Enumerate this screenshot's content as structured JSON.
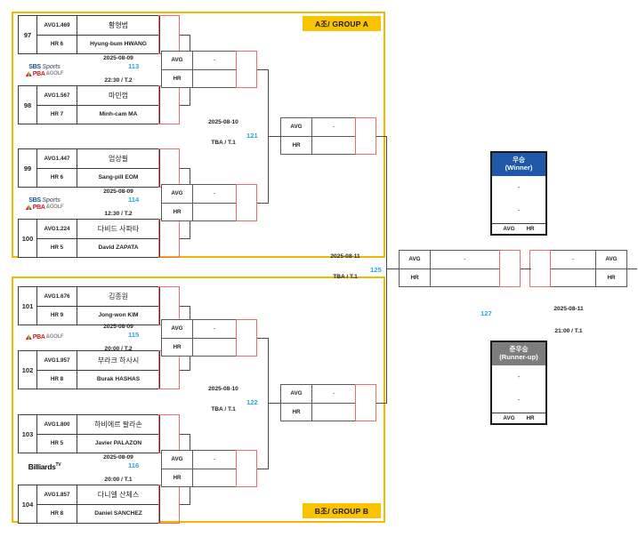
{
  "groups": [
    {
      "badge": "A조/ GROUP A",
      "matches": [
        {
          "no": "113",
          "date": "2025-08-09",
          "time": "22:30 / T.2",
          "broadcaster": "sbs-pba",
          "players": [
            {
              "seed": "97",
              "avg": "AVG1.469",
              "hr": "HR 6",
              "kr": "황형범",
              "en": "Hyung-bum HWANG"
            },
            {
              "seed": "98",
              "avg": "AVG1.567",
              "hr": "HR 7",
              "kr": "마민껌",
              "en": "Minh-cam MA"
            }
          ]
        },
        {
          "no": "114",
          "date": "2025-08-09",
          "time": "12:30 / T.2",
          "broadcaster": "sbs-pba",
          "players": [
            {
              "seed": "99",
              "avg": "AVG1.447",
              "hr": "HR 6",
              "kr": "엄상필",
              "en": "Sang-pill EOM"
            },
            {
              "seed": "100",
              "avg": "AVG1.224",
              "hr": "HR 5",
              "kr": "다비드 사파타",
              "en": "David ZAPATA"
            }
          ]
        }
      ],
      "semi": {
        "no": "121",
        "date": "2025-08-10",
        "time": "TBA / T.1"
      }
    },
    {
      "badge": "B조/ GROUP B",
      "matches": [
        {
          "no": "115",
          "date": "2025-08-09",
          "time": "20:00 / T.2",
          "broadcaster": "pba",
          "players": [
            {
              "seed": "101",
              "avg": "AVG1.676",
              "hr": "HR 9",
              "kr": "김종원",
              "en": "Jong-won KIM"
            },
            {
              "seed": "102",
              "avg": "AVG1.957",
              "hr": "HR 8",
              "kr": "부라크 하사시",
              "en": "Burak HASHAS"
            }
          ]
        },
        {
          "no": "116",
          "date": "2025-08-09",
          "time": "20:00 / T.1",
          "broadcaster": "billiards-tv",
          "players": [
            {
              "seed": "103",
              "avg": "AVG1.800",
              "hr": "HR 5",
              "kr": "하비에르 팔라손",
              "en": "Javier PALAZON"
            },
            {
              "seed": "104",
              "avg": "AVG1.857",
              "hr": "HR 8",
              "kr": "다니엘 산체스",
              "en": "Daniel SANCHEZ"
            }
          ]
        }
      ],
      "semi": {
        "no": "122",
        "date": "2025-08-10",
        "time": "TBA / T.1"
      }
    }
  ],
  "result_labels": {
    "avg": "AVG",
    "hr": "HR",
    "empty": "-"
  },
  "semifinal_bridge": {
    "no": "125",
    "date": "2025-08-11",
    "time": "TBA / T.1"
  },
  "final": {
    "no": "127",
    "date": "2025-08-11",
    "time": "21:00 / T.1",
    "winner": {
      "title_kr": "우승",
      "title_en": "(Winner)",
      "name": "-",
      "score": "-",
      "avg": "AVG",
      "hr": "HR"
    },
    "runner_up": {
      "title_kr": "준우승",
      "title_en": "(Runner-up)",
      "name": "-",
      "score": "-",
      "avg": "AVG",
      "hr": "HR"
    }
  },
  "logos": {
    "sbs": "SBS",
    "sbs_sports": "Sports",
    "pba": "PBA",
    "pba_golf": "&GOLF",
    "billiards": "Billiards",
    "billiards_tv": "TV"
  },
  "colors": {
    "group_border": "#f5b800",
    "badge_bg": "#f9c300",
    "match_no": "#2aa8e0",
    "score_border": "#f06a6a",
    "winner_bg": "#1f58a8",
    "runner_bg": "#7d7d7d"
  }
}
